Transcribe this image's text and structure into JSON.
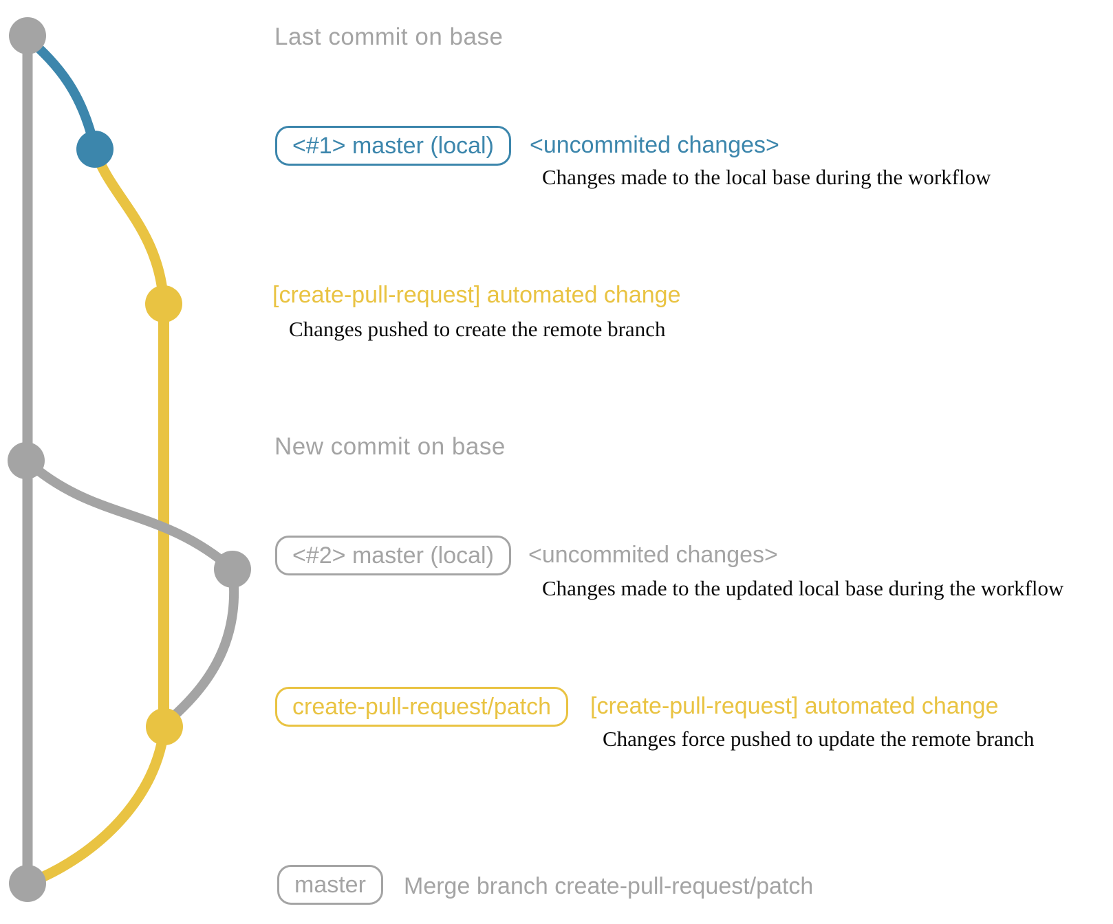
{
  "colors": {
    "gray": "#a4a4a4",
    "blue": "#3c86ac",
    "yellow": "#e9c342",
    "ink": "#0a0a0a"
  },
  "graph": {
    "description": "git commit graph of the create-pull-request workflow",
    "commits": [
      {
        "name": "last-commit-on-base",
        "branch": "base",
        "color": "gray"
      },
      {
        "name": "uncommitted-changes-1",
        "branch": "master (local) #1",
        "color": "blue"
      },
      {
        "name": "automated-change-1",
        "branch": "create-pull-request/patch",
        "color": "yellow"
      },
      {
        "name": "new-commit-on-base",
        "branch": "base",
        "color": "gray"
      },
      {
        "name": "uncommitted-changes-2",
        "branch": "master (local) #2",
        "color": "gray"
      },
      {
        "name": "automated-change-2",
        "branch": "create-pull-request/patch",
        "color": "yellow"
      },
      {
        "name": "merge-commit",
        "branch": "base",
        "color": "gray"
      }
    ]
  },
  "annotations": {
    "row1": {
      "title": "Last commit on base"
    },
    "row2": {
      "badge": "<#1> master (local)",
      "label": "<uncommited changes>",
      "desc": "Changes made to the local base during the workflow"
    },
    "row3": {
      "label": "[create-pull-request] automated change",
      "desc": "Changes pushed to create the remote branch"
    },
    "row4": {
      "title": "New commit on base"
    },
    "row5": {
      "badge": "<#2> master (local)",
      "label": "<uncommited changes>",
      "desc": "Changes made to the updated local base during the workflow"
    },
    "row6": {
      "badge": "create-pull-request/patch",
      "label": "[create-pull-request] automated change",
      "desc": "Changes force pushed to update the remote branch"
    },
    "row7": {
      "badge": "master",
      "label": "Merge branch create-pull-request/patch"
    }
  }
}
